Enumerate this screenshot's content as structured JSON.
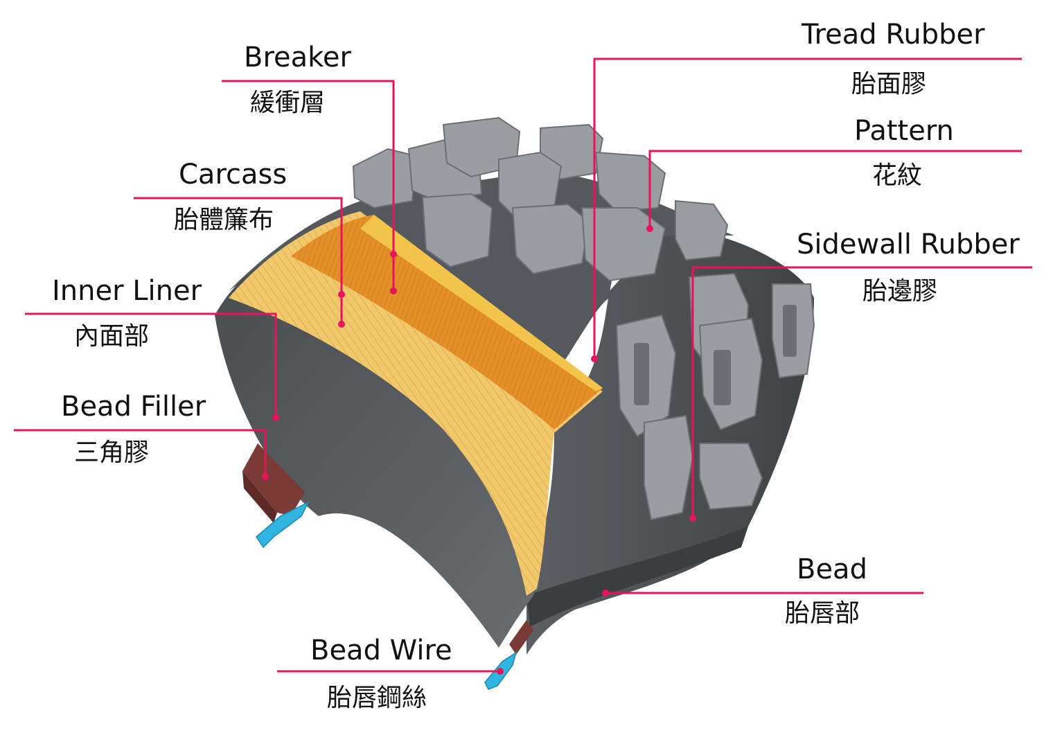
{
  "colors": {
    "leader": "#e6145a",
    "rubber_dark": "#3c3e41",
    "rubber_mid": "#6b6e72",
    "rubber_light": "#9a9da1",
    "knob_face": "#b4b7ba",
    "carcass": "#f1c86b",
    "breaker": "#e58f28",
    "inner_liner": "#555759",
    "bead_filler": "#7a3a35",
    "bead_wire": "#2fb5e0"
  },
  "labels": [
    {
      "key": "breaker",
      "en": "Breaker",
      "zh": "緩衝層"
    },
    {
      "key": "carcass",
      "en": "Carcass",
      "zh": "胎體簾布"
    },
    {
      "key": "innerliner",
      "en": "Inner Liner",
      "zh": "內面部"
    },
    {
      "key": "beadfiller",
      "en": "Bead Filler",
      "zh": "三角膠"
    },
    {
      "key": "beadwire",
      "en": "Bead Wire",
      "zh": "胎唇鋼絲"
    },
    {
      "key": "tread",
      "en": "Tread Rubber",
      "zh": "胎面膠"
    },
    {
      "key": "pattern",
      "en": "Pattern",
      "zh": "花紋"
    },
    {
      "key": "sidewall",
      "en": "Sidewall Rubber",
      "zh": "胎邊膠"
    },
    {
      "key": "bead",
      "en": "Bead",
      "zh": "胎唇部"
    }
  ]
}
